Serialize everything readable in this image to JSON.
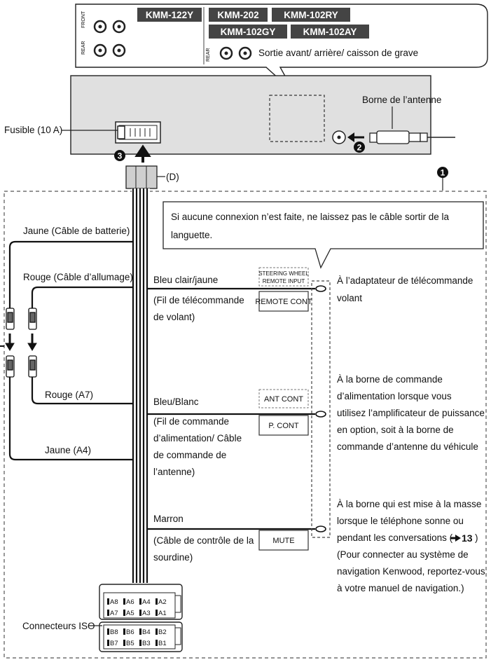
{
  "models": {
    "left": "KMM-122Y",
    "right_row1": [
      "KMM-202",
      "KMM-102RY"
    ],
    "right_row2": [
      "KMM-102GY",
      "KMM-102AY"
    ]
  },
  "top_box": {
    "rca_caption": "Sortie avant/ arrière/ caisson de grave"
  },
  "unit": {
    "fuse": "Fusible (10 A)",
    "antenna_terminal": "Borne de l’antenne",
    "connector_d": "(D)"
  },
  "markers": {
    "m1": "1",
    "m2": "2",
    "m3": "3"
  },
  "note": "Si aucune connexion n’est faite, ne laissez pas le câble sortir de la languette.",
  "left_wires": {
    "yellow_battery": "Jaune (Câble de batterie)",
    "red_ignition": "Rouge (Câble d’allumage)",
    "red_a7": "Rouge (A7)",
    "yellow_a4": "Jaune (A4)"
  },
  "wires": {
    "blue_yellow": {
      "label": "Bleu clair/jaune",
      "desc": [
        "(Fil de télécommande",
        "de volant)"
      ],
      "box_top": [
        "STEERING WHEEL",
        "REMOTE INPUT"
      ],
      "box": "REMOTE CONT",
      "dest": [
        "À l’adaptateur de télécommande",
        "volant"
      ]
    },
    "blue_white": {
      "label": "Bleu/Blanc",
      "desc": [
        "(Fil de commande",
        "d’alimentation/ Câble",
        "de commande de",
        "l’antenne)"
      ],
      "box_top": "ANT CONT",
      "box": "P. CONT",
      "dest": [
        "À la borne de commande",
        "d’alimentation lorsque vous",
        "utilisez l’amplificateur de puissance",
        "en option, soit à la borne de",
        "commande d’antenne du véhicule"
      ]
    },
    "brown": {
      "label": "Marron",
      "desc": [
        "(Câble de contrôle de la",
        "sourdine)"
      ],
      "box": "MUTE",
      "dest": [
        "À la borne qui est mise à la masse",
        "lorsque le téléphone sonne ou",
        "pendant les conversations (",
        "(Pour connecter au système de",
        "navigation Kenwood, reportez-vous",
        "à votre manuel de navigation.)"
      ],
      "page_ref": "13",
      "page_ref_close": ")"
    }
  },
  "iso": {
    "label": "Connecteurs ISO",
    "row_a_top": [
      "A8",
      "A6",
      "A4",
      "A2"
    ],
    "row_a_bot": [
      "A7",
      "A5",
      "A3",
      "A1"
    ],
    "row_b_top": [
      "B8",
      "B6",
      "B4",
      "B2"
    ],
    "row_b_bot": [
      "B7",
      "B5",
      "B3",
      "B1"
    ]
  }
}
